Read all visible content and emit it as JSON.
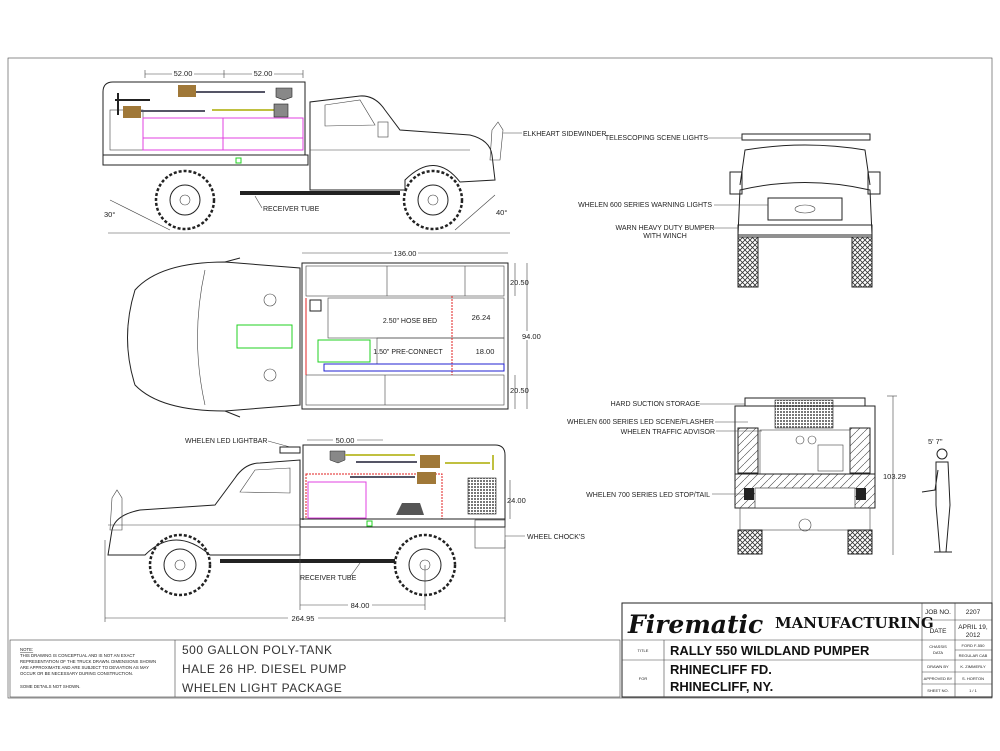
{
  "side_view_top": {
    "dim_left": "52.00",
    "dim_right": "52.00",
    "label_sidewinder": "ELKHEART SIDEWINDER",
    "label_receiver": "RECEIVER TUBE",
    "angle_rear": "30°",
    "angle_front": "40°"
  },
  "top_view": {
    "dim_length": "136.00",
    "dim_side_top": "20.50",
    "dim_width": "94.00",
    "dim_side_bottom": "20.50",
    "hose_bed": "2.50\" HOSE BED",
    "hose_bed_dim": "26.24",
    "preconnect": "1.50\" PRE-CONNECT",
    "preconnect_dim": "18.00"
  },
  "front_view": {
    "label_scene_lights": "TELESCOPING SCENE LIGHTS",
    "label_warning_lights": "WHELEN 600 SERIES WARNING LIGHTS",
    "label_bumper_1": "WARN HEAVY DUTY BUMPER",
    "label_bumper_2": "WITH WINCH"
  },
  "rear_view": {
    "label_suction": "HARD SUCTION STORAGE",
    "label_scene_flasher": "WHELEN 600 SERIES LED SCENE/FLASHER",
    "label_traffic_advisor": "WHELEN TRAFFIC ADVISOR",
    "label_stop_tail": "WHELEN 700 SERIES LED STOP/TAIL",
    "dim_height": "103.29",
    "person_height": "5'  7\""
  },
  "side_view_bottom": {
    "label_lightbar": "WHELEN LED LIGHTBAR",
    "dim_compartment": "50.00",
    "dim_height": "24.00",
    "label_chocks": "WHEEL CHOCK'S",
    "label_receiver": "RECEIVER TUBE",
    "dim_wheelbase": "84.00",
    "dim_overall": "264.95"
  },
  "note": {
    "heading": "NOTE:",
    "lines": [
      "THIS DRAWING IS CONCEPTUAL AND IS NOT AN EXACT",
      "REPRESENTATION OF THE TRUCK DRAWN. DIMENSIONS SHOWN",
      "ARE APPROXIMATE AND ARE SUBJECT TO DEVIATION AS MAY",
      "OCCUR OR BE NECESSARY DURING CONSTRUCTION."
    ],
    "footer": "SOME DETAILS NOT SHOWN."
  },
  "specs": [
    "500 GALLON POLY-TANK",
    "HALE 26 HP. DIESEL PUMP",
    "WHELEN LIGHT PACKAGE"
  ],
  "title_block": {
    "logo": "Firematic",
    "company": "MANUFACTURING",
    "title_label": "TITLE",
    "title": "RALLY 550 WILDLAND PUMPER",
    "for_label": "FOR",
    "for_line1": "RHINECLIFF FD.",
    "for_line2": "RHINECLIFF, NY.",
    "job_label": "JOB NO.",
    "job_value": "2207",
    "date_label": "DATE",
    "date_value_1": "APRIL 19,",
    "date_value_2": "2012",
    "chassis_label_1": "CHASSIS",
    "chassis_label_2": "DATA",
    "chassis_value_1": "FORD F-550",
    "chassis_value_2": "REGULAR CAB",
    "drawn_label": "DRAWN BY",
    "drawn_value": "K. ZIMMERLY",
    "approved_label": "APPROVED BY",
    "approved_value": "S. HORTON",
    "sheet_label": "SHEET NO.",
    "sheet_value": "1 / 1"
  },
  "colors": {
    "line": "#222222",
    "compartment": "#e040e0",
    "hose_red": "#e02020",
    "preconnect_blue": "#2020d0",
    "pump_green": "#20d020",
    "tool_brown": "#a07838",
    "tool_yellow": "#d8d040"
  }
}
